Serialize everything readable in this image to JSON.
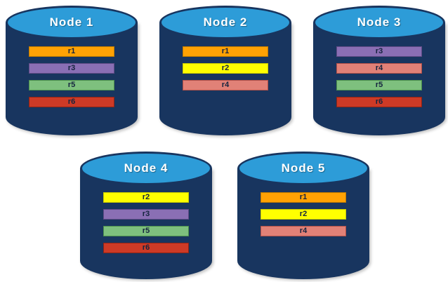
{
  "diagram": {
    "description": "Five database nodes showing replica placement",
    "cylinder_body_color": "#18355f",
    "cylinder_top_color": "#2d9cd8",
    "nodes": [
      {
        "label": "Node 1",
        "rows": [
          {
            "label": "r1",
            "bg": "#ffa204",
            "border": "#bf7a00"
          },
          {
            "label": "r3",
            "bg": "#8a6fb4",
            "border": "#5f4b85"
          },
          {
            "label": "r5",
            "bg": "#7ec07e",
            "border": "#4c8f4c"
          },
          {
            "label": "r6",
            "bg": "#cd3a26",
            "border": "#8e2315"
          }
        ]
      },
      {
        "label": "Node 2",
        "rows": [
          {
            "label": "r1",
            "bg": "#ffa204",
            "border": "#bf7a00"
          },
          {
            "label": "r2",
            "bg": "#ffff00",
            "border": "#c9c900"
          },
          {
            "label": "r4",
            "bg": "#e18177",
            "border": "#b05048"
          }
        ]
      },
      {
        "label": "Node 3",
        "rows": [
          {
            "label": "r3",
            "bg": "#8a6fb4",
            "border": "#5f4b85"
          },
          {
            "label": "r4",
            "bg": "#e18177",
            "border": "#b05048"
          },
          {
            "label": "r5",
            "bg": "#7ec07e",
            "border": "#4c8f4c"
          },
          {
            "label": "r6",
            "bg": "#cd3a26",
            "border": "#8e2315"
          }
        ]
      },
      {
        "label": "Node 4",
        "rows": [
          {
            "label": "r2",
            "bg": "#ffff00",
            "border": "#c9c900"
          },
          {
            "label": "r3",
            "bg": "#8a6fb4",
            "border": "#5f4b85"
          },
          {
            "label": "r5",
            "bg": "#7ec07e",
            "border": "#4c8f4c"
          },
          {
            "label": "r6",
            "bg": "#cd3a26",
            "border": "#8e2315"
          }
        ]
      },
      {
        "label": "Node 5",
        "rows": [
          {
            "label": "r1",
            "bg": "#ffa204",
            "border": "#bf7a00"
          },
          {
            "label": "r2",
            "bg": "#ffff00",
            "border": "#c9c900"
          },
          {
            "label": "r4",
            "bg": "#e18177",
            "border": "#b05048"
          }
        ]
      }
    ]
  }
}
